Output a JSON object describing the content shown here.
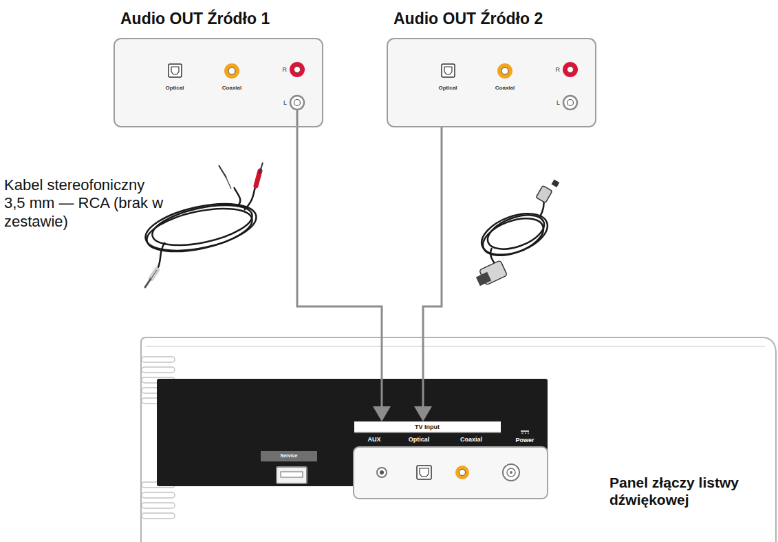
{
  "diagram": {
    "nodes": [
      {
        "text": [
          "Audio OUT Źródło 1",
          "Optical",
          "Coaxial",
          "R",
          "L"
        ]
      },
      {
        "text": [
          "Audio OUT Źródło 2",
          "Optical",
          "Coaxial",
          "R",
          "L"
        ]
      },
      {
        "text": [
          "TV Input",
          "AUX",
          "Optical",
          "Coaxial",
          "Power"
        ]
      }
    ],
    "edges": [
      {
        "from": 0,
        "to": 2,
        "arrow": "to"
      },
      {
        "from": 1,
        "to": 2,
        "arrow": "to"
      }
    ],
    "labels": [
      "Kabel stereofoniczny 3,5 mm — RCA (brak w zestawie)",
      "Service",
      "Panel złączy listwy dźwiękowej"
    ]
  }
}
